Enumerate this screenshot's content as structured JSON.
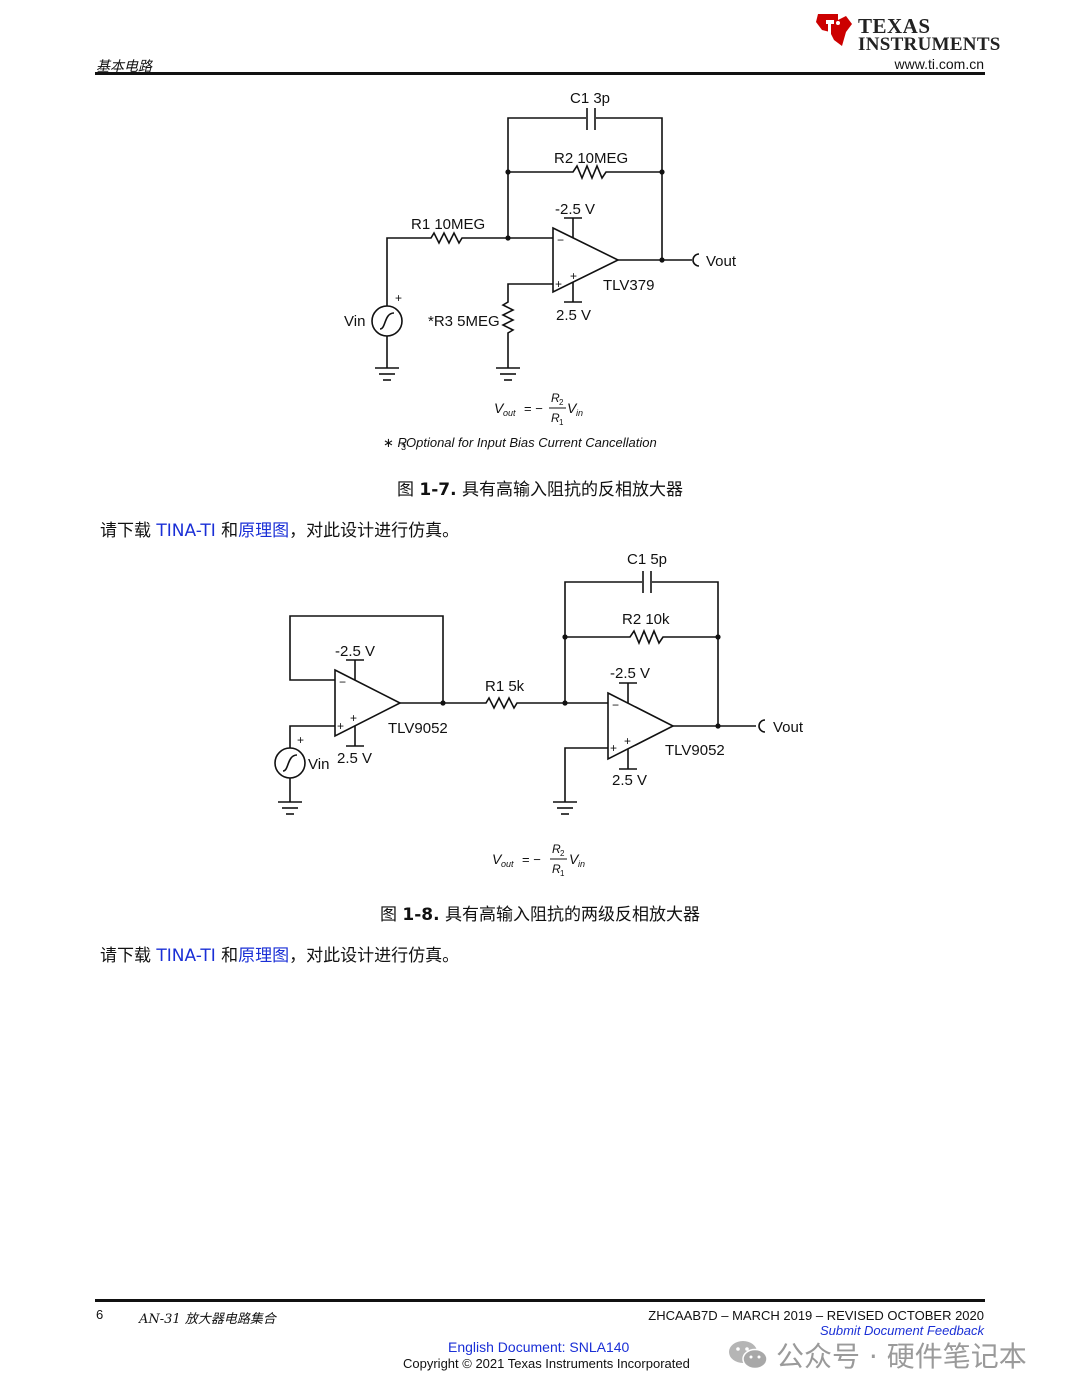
{
  "header": {
    "section_title": "基本电路",
    "brand_line1": "Texas",
    "brand_line2": "Instruments",
    "website": "www.ti.com.cn"
  },
  "figure1": {
    "labels": {
      "c1": "C1 3p",
      "r2": "R2 10MEG",
      "r1": "R1 10MEG",
      "r3": "*R3 5MEG",
      "neg_supply": "-2.5 V",
      "pos_supply": "2.5 V",
      "opamp": "TLV379",
      "vin": "Vin",
      "vout": "Vout",
      "plus": "+",
      "minus": "−"
    },
    "formula": {
      "lhs": "V",
      "lhs_sub": "out",
      "eq": "= −",
      "num": "R",
      "num_sub": "2",
      "den": "R",
      "den_sub": "1",
      "rhs": "V",
      "rhs_sub": "in"
    },
    "note": {
      "prefix": "∗ R",
      "sub": "3",
      "text": " Optional for Input Bias Current Cancellation"
    },
    "caption_prefix": "图 ",
    "caption_num": "1-7.",
    "caption_text": " 具有高输入阻抗的反相放大器"
  },
  "para1": {
    "pre": "请下载 ",
    "link1": "TINA-TI",
    "mid": " 和",
    "link2": "原理图",
    "post": "，对此设计进行仿真。"
  },
  "figure2": {
    "labels": {
      "c1": "C1 5p",
      "r2": "R2 10k",
      "r1": "R1 5k",
      "neg_supply_a": "-2.5 V",
      "pos_supply_a": "2.5 V",
      "neg_supply_b": "-2.5 V",
      "pos_supply_b": "2.5 V",
      "opamp_a": "TLV9052",
      "opamp_b": "TLV9052",
      "vin": "Vin",
      "vout": "Vout",
      "plus": "+",
      "minus": "−"
    },
    "formula": {
      "lhs": "V",
      "lhs_sub": "out",
      "eq": "= −",
      "num": "R",
      "num_sub": "2",
      "den": "R",
      "den_sub": "1",
      "rhs": "V",
      "rhs_sub": "in"
    },
    "caption_prefix": "图 ",
    "caption_num": "1-8.",
    "caption_text": " 具有高输入阻抗的两级反相放大器"
  },
  "para2": {
    "pre": "请下载 ",
    "link1": "TINA-TI",
    "mid": " 和",
    "link2": "原理图",
    "post": "，对此设计进行仿真。"
  },
  "footer": {
    "page_number": "6",
    "doc_title": "AN-31 放大器电路集合",
    "doc_id": "ZHCAAB7D – MARCH 2019 – REVISED OCTOBER 2020",
    "feedback": "Submit Document Feedback",
    "english_doc": "English Document: SNLA140",
    "copyright": "Copyright © 2021 Texas Instruments Incorporated"
  },
  "watermark": {
    "text": "公众号 · 硬件笔记本"
  },
  "colors": {
    "ti_red": "#cc0000",
    "link_blue": "#1a2fd6",
    "watermark_gray": "#9a9a9a"
  }
}
